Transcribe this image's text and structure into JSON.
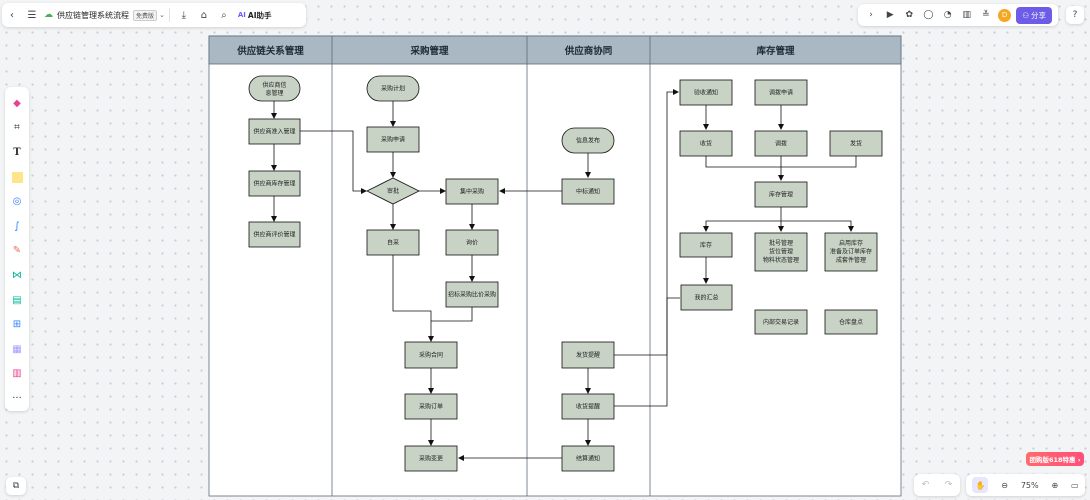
{
  "topbar": {
    "doc_title": "供应链管理系统流程",
    "badge": "免费版",
    "ai_label": "AI助手",
    "ai_logo": "AI"
  },
  "topright": {
    "avatar_letter": "D",
    "share_label": "分享"
  },
  "zoom": {
    "level": "75%"
  },
  "promo": {
    "text": "团购版618特惠 ›"
  },
  "diagram": {
    "lanes": [
      "供应链关系管理",
      "采购管理",
      "供应商协同",
      "库存管理"
    ],
    "nodes": {
      "n_supplier_info": [
        "供应商信",
        "息管理"
      ],
      "n_supplier_access": [
        "供应商准入管理"
      ],
      "n_supplier_inventory": [
        "供应商库存管理"
      ],
      "n_supplier_eval": [
        "供应商评价管理"
      ],
      "n_purchase_plan": [
        "采购计划"
      ],
      "n_purchase_request": [
        "采购申请"
      ],
      "n_approve": [
        "审批"
      ],
      "n_central_purchase": [
        "集中采购"
      ],
      "n_self_purchase": [
        "自采"
      ],
      "n_inquiry": [
        "询价"
      ],
      "n_tender": [
        "招标采购比价采购"
      ],
      "n_contract": [
        "采购合同"
      ],
      "n_order": [
        "采购订单"
      ],
      "n_change": [
        "采购变更"
      ],
      "n_info_publish": [
        "信息发布"
      ],
      "n_bid_notice": [
        "中标通知"
      ],
      "n_delivery_remind": [
        "发货提醒"
      ],
      "n_receipt_remind": [
        "收货提醒"
      ],
      "n_settle_notice": [
        "结算通知"
      ],
      "n_arrival_notice": [
        "验收通知"
      ],
      "n_transfer_request": [
        "调拨申请"
      ],
      "n_receive": [
        "收货"
      ],
      "n_transfer": [
        "调拨"
      ],
      "n_ship": [
        "发货"
      ],
      "n_inventory_mgmt": [
        "库存管理"
      ],
      "n_stock": [
        "库存"
      ],
      "n_location_mgmt": [
        "批号管理",
        "货位管理",
        "物料状态管理"
      ],
      "n_after_sale": [
        "启用库存",
        "准备及订单库存",
        "成套件管理"
      ],
      "n_report": [
        "我的汇总"
      ],
      "n_internal_trade": [
        "内部交易记录"
      ],
      "n_warehouse_check": [
        "仓库盘点"
      ]
    }
  }
}
